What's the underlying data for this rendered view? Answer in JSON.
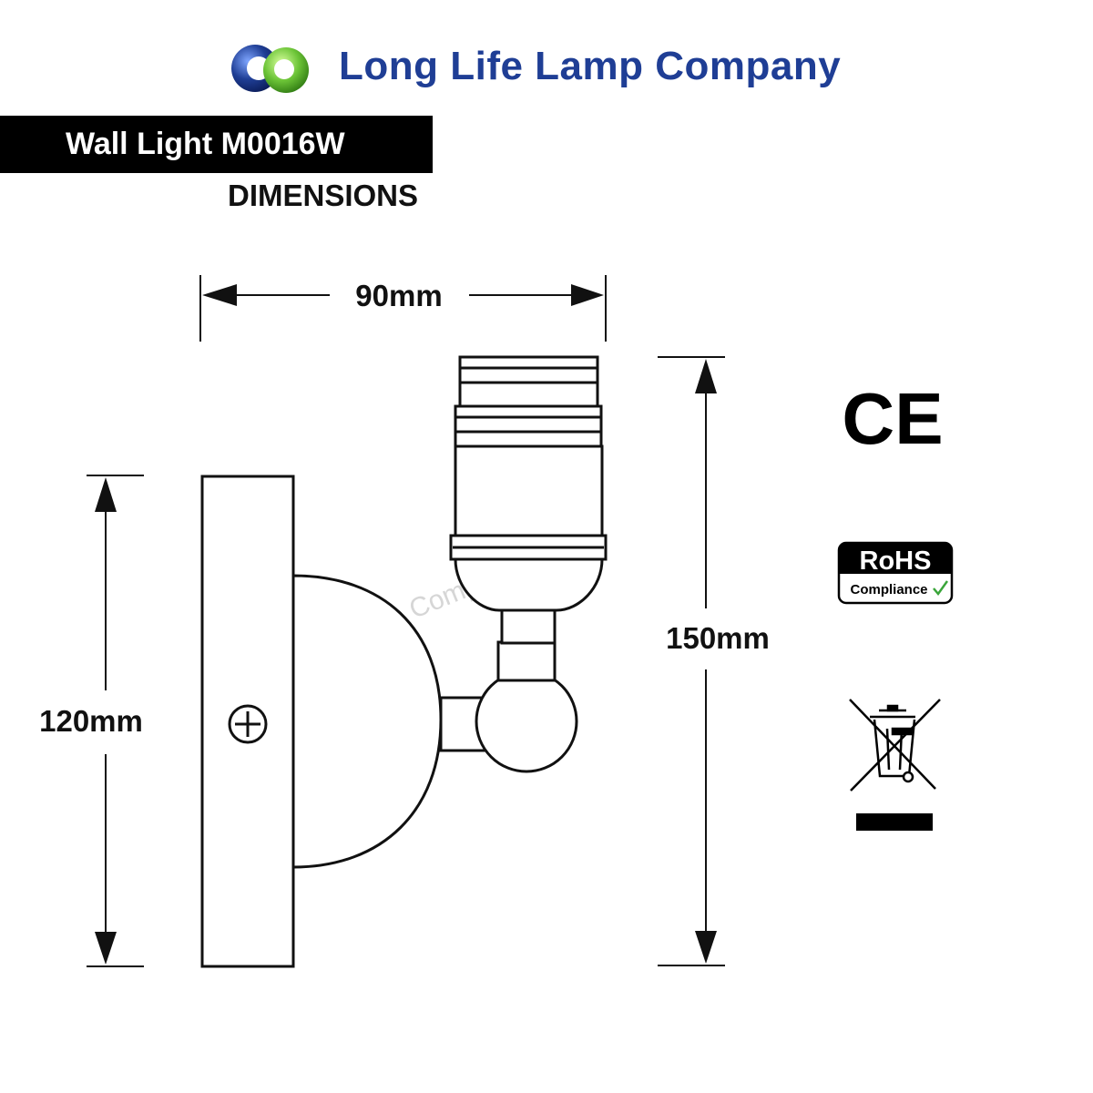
{
  "brand": {
    "company_name": "Long Life Lamp Company",
    "logo_icon": "interlocking-circles-logo-icon",
    "colors": {
      "primary": "#1f3e95",
      "secondary": "#6cc437"
    }
  },
  "product": {
    "title": "Wall Light M0016W",
    "section": "DIMENSIONS"
  },
  "dimensions": {
    "width": "90mm",
    "plate_height": "120mm",
    "total_height": "150mm"
  },
  "certifications": {
    "ce_mark": "CE",
    "rohs_title": "RoHS",
    "rohs_subtitle": "Compliance",
    "weee_icon": "crossed-out-wheelie-bin-icon"
  },
  "watermark": "Long Life Lamp Company"
}
